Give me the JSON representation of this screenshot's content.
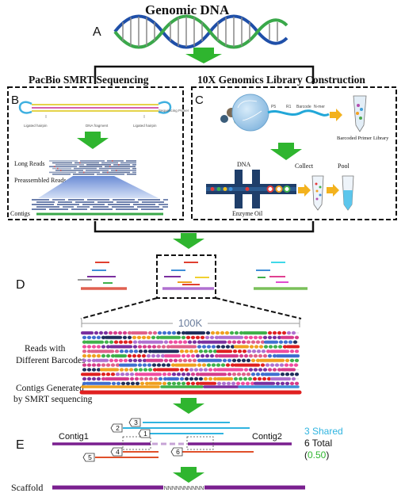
{
  "title": "Genomic DNA",
  "panels": {
    "A": "A",
    "B": "B",
    "C": "C",
    "D": "D",
    "E": "E"
  },
  "pacbio": {
    "header": "PacBio SMRT Sequencing",
    "hairpin_left": "Ligated hairpin",
    "dna_fragment": "DNA fragment",
    "hairpin_right": "Ligated hairpin",
    "primer": "Sequencing Primer",
    "long_reads": "Long Reads",
    "preassembled": "Preassembled Reads",
    "contigs": "Contigs"
  },
  "tenx": {
    "header": "10X Genomics Library Construction",
    "p5": "P5",
    "r1": "R1",
    "barcode": "Barcode",
    "nmer": "N-mer",
    "barcoded_library": "Barcoded Primer Library",
    "dna": "DNA",
    "enzyme": "Enzyme",
    "oil": "Oil",
    "collect": "Collect",
    "pool": "Pool"
  },
  "panel_d": {
    "scale": "100K",
    "reads_label_1": "Reads with",
    "reads_label_2": "Different Barcodes",
    "contigs_label_1": "Contigs Generated",
    "contigs_label_2": "by SMRT sequencing"
  },
  "panel_e": {
    "contig1": "Contig1",
    "contig2": "Contig2",
    "links": [
      "1",
      "2",
      "3",
      "4",
      "5",
      "6"
    ],
    "shared": "3 Shared",
    "total": "6 Total",
    "paren_open": "(",
    "ratio": "0.50",
    "paren_close": ")",
    "scaffold": "Scaffold",
    "gap": "NNNNNNNNNN"
  },
  "colors": {
    "arrow": "#2fb52f",
    "contig": "#7a1f8f",
    "link_blue": "#2fb4e0",
    "link_red": "#e0502a",
    "shared_text": "#2fb4e0",
    "ratio_text": "#2fb52f",
    "helix_blue": "#1f4fa8",
    "helix_green": "#3aa84a"
  }
}
